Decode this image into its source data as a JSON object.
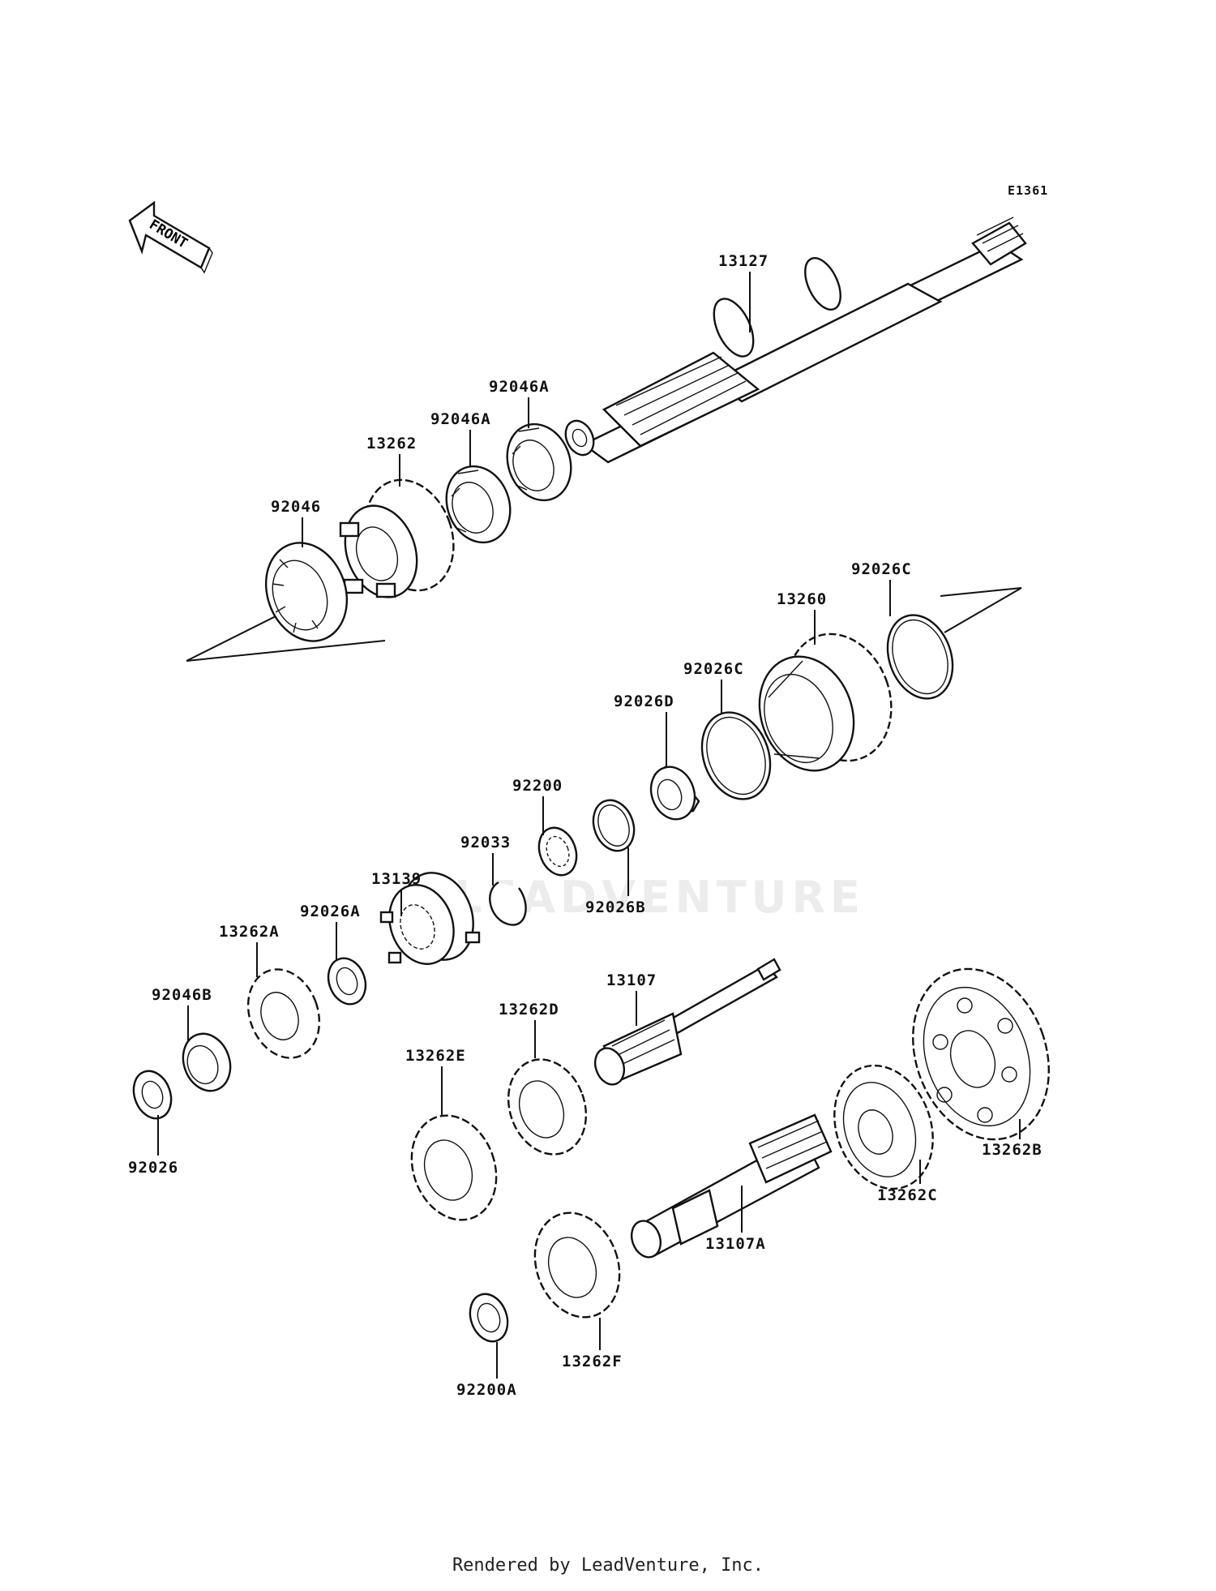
{
  "diagram_code": "E1361",
  "front_label": "FRONT",
  "watermark": "LEADVENTURE",
  "credit": "Rendered by LeadVenture, Inc.",
  "parts": {
    "p13127": "13127",
    "p92046A_1": "92046A",
    "p92046A_2": "92046A",
    "p13262": "13262",
    "p92046": "92046",
    "p92026C_1": "92026C",
    "p13260": "13260",
    "p92026C_2": "92026C",
    "p92026D": "92026D",
    "p92200": "92200",
    "p92033": "92033",
    "p92026B": "92026B",
    "p13139": "13139",
    "p92026A": "92026A",
    "p13262A": "13262A",
    "p92046B": "92046B",
    "p92026": "92026",
    "p13107": "13107",
    "p13262D": "13262D",
    "p13262E": "13262E",
    "p13262B": "13262B",
    "p13262C": "13262C",
    "p13107A": "13107A",
    "p13262F": "13262F",
    "p92200A": "92200A"
  }
}
